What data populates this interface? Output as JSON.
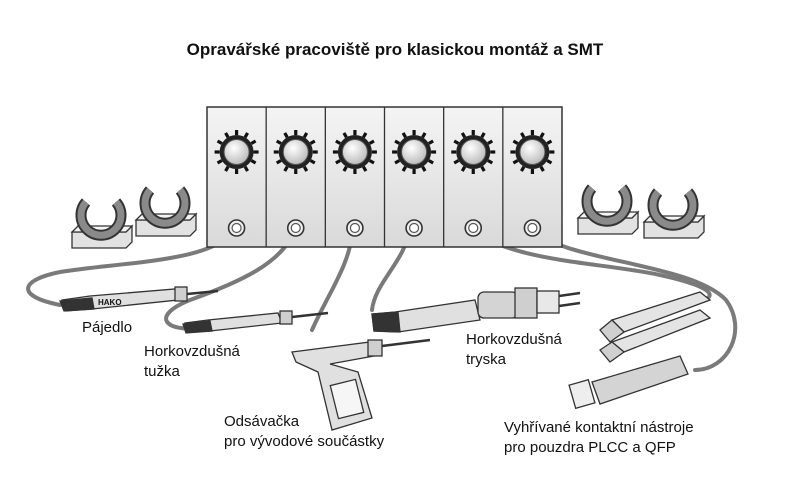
{
  "diagram": {
    "title": "Opravářské pracoviště pro klasickou montáž a SMT",
    "brand_text": "HAKO",
    "labels": {
      "iron": [
        "Pájedlo"
      ],
      "hot_air_pencil": [
        "Horkovzdušná",
        "tužka"
      ],
      "desoldering": [
        "Odsávačka",
        "pro vývodové součástky"
      ],
      "hot_air_nozzle": [
        "Horkovzdušná",
        "tryska"
      ],
      "tweezers": [
        "Vyhřívané kontaktní nástroje",
        "pro pouzdra PLCC a QFP"
      ]
    },
    "station_modules": 6,
    "colors": {
      "panel_fill": "#e6e6e6",
      "outline": "#333333",
      "cable": "#7a7a7a",
      "holder": "#5a5a5a",
      "tool_fill": "#d4d4d4"
    }
  }
}
